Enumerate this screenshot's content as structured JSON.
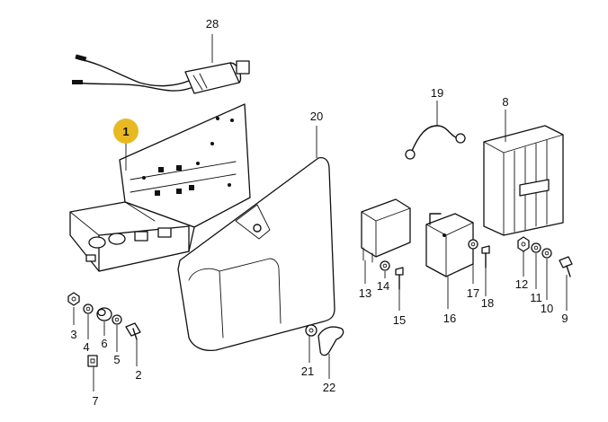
{
  "highlight_color": "#E8B923",
  "part_labels": {
    "p1": "1",
    "p2": "2",
    "p3": "3",
    "p4": "4",
    "p5": "5",
    "p6": "6",
    "p7": "7",
    "p8": "8",
    "p9": "9",
    "p10": "10",
    "p11": "11",
    "p12": "12",
    "p13": "13",
    "p14": "14",
    "p15": "15",
    "p16": "16",
    "p17": "17",
    "p18": "18",
    "p19": "19",
    "p20": "20",
    "p21": "21",
    "p22": "22",
    "p28": "28"
  }
}
